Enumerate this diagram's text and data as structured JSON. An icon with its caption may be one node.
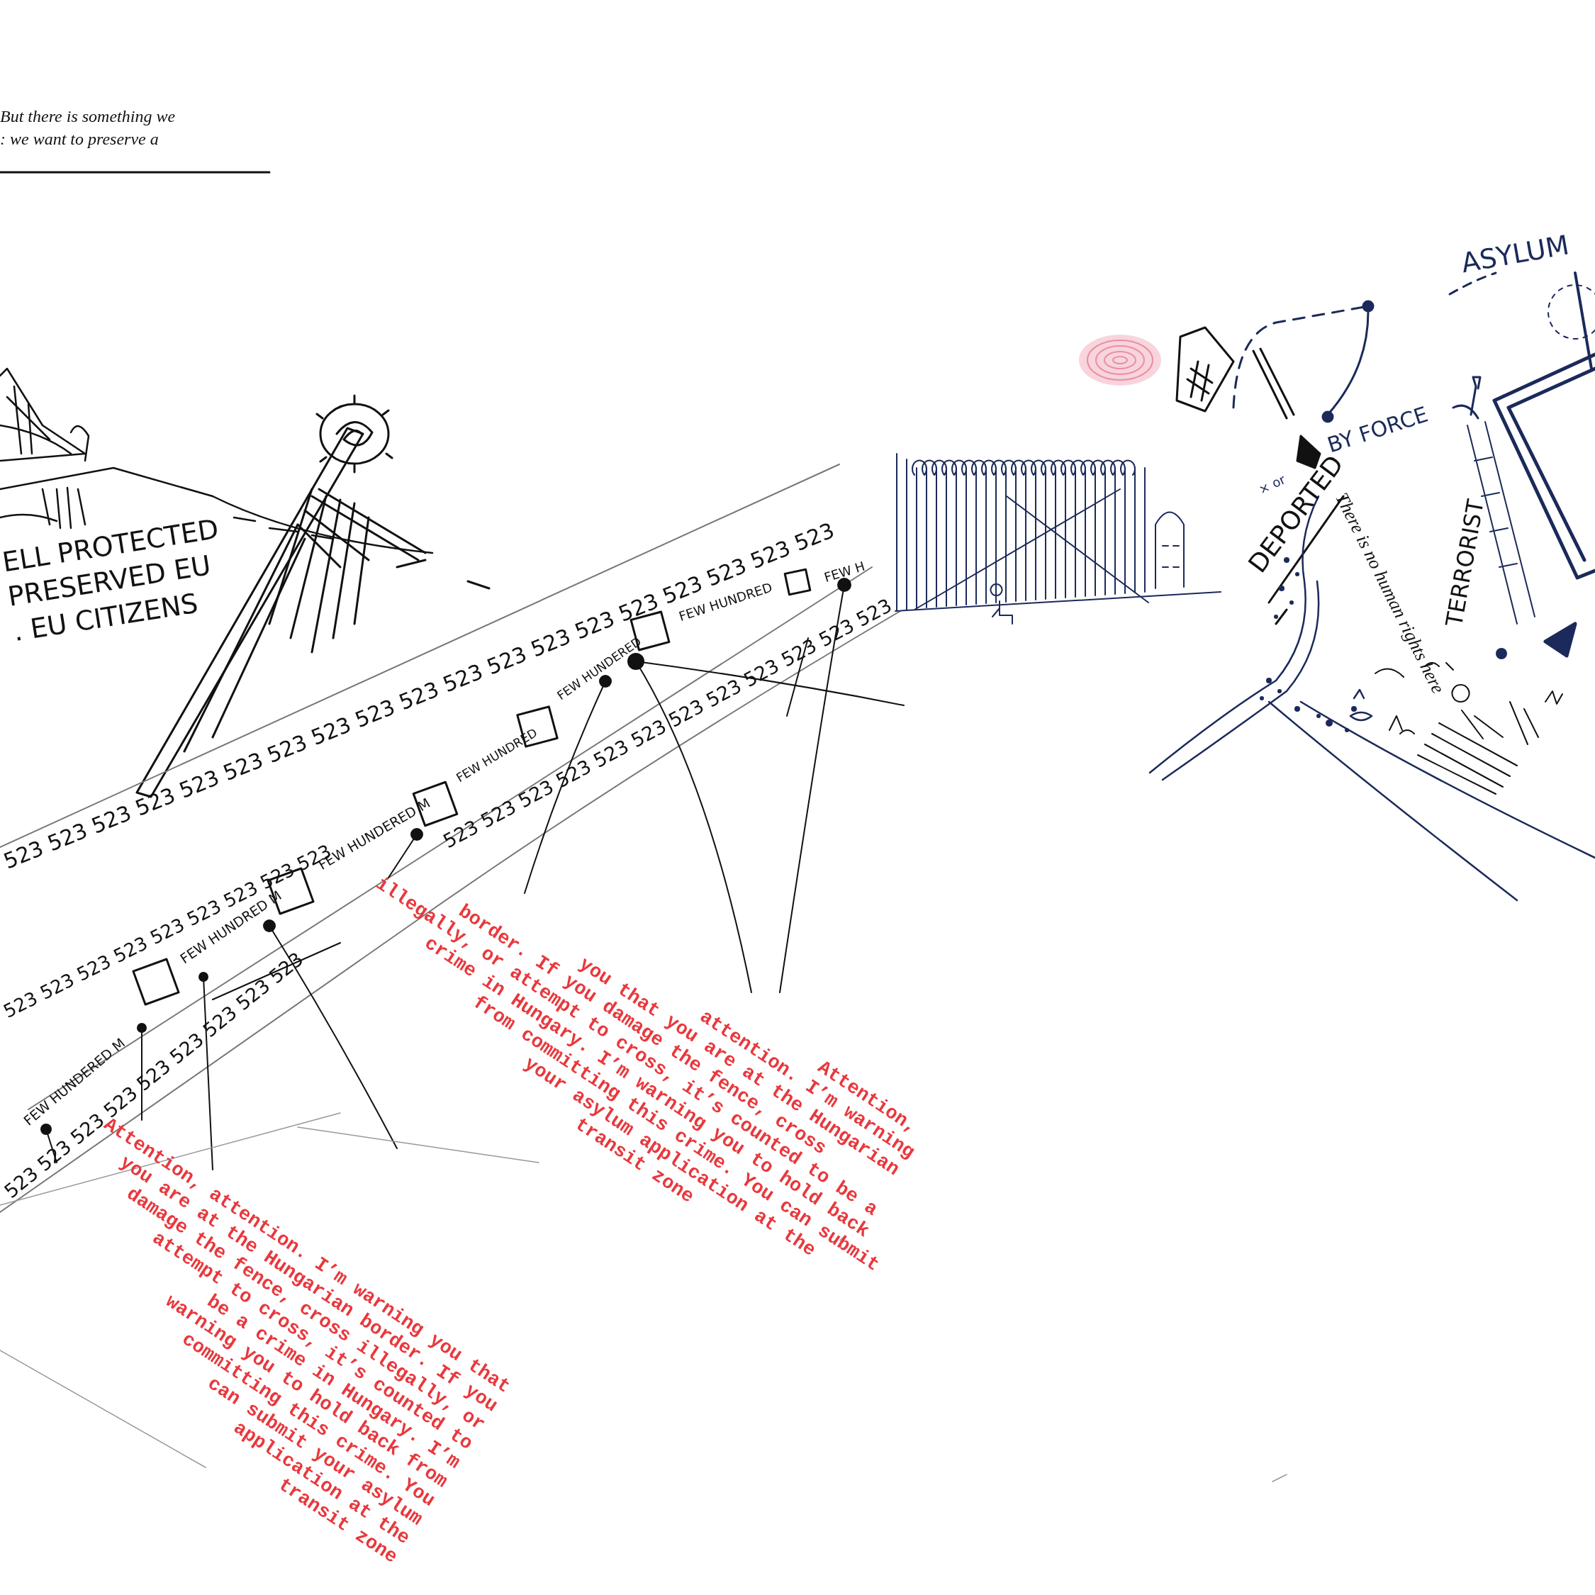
{
  "diagram": {
    "labels": [
      "But there is something we",
      ": we want to preserve a",
      "ASYLUM",
      "× or",
      "BY FORCE",
      "DEPORTED",
      "ELL PROTECTED PRESERVED EU . EU CITIZENS",
      "TERRORIST",
      "There is no human rights here",
      "523 523 523 523 523 523 523 523 523 523 523 523 523 523 523 523 523 523 523",
      "523 523 523 523 523 523 523 523 523",
      "523 523 523 523 523 523 523 523 523",
      "523 523 523 523 523 523 523 523 523 523 523 523",
      "FEW HUNDERED M",
      "FEW HUNDRED M",
      "FEW HUNDERED M",
      "FEW HUNDRED",
      "FEW HUNDERED",
      "FEW HUNDRED",
      "FEW H",
      "Attention, attention. I’m warning you that you are at the Hungarian border. If you damage the fence, cross illegally, or attempt to cross, it’s counted to be a crime in Hungary. I’m warning you to hold back from committing this crime. You can submit your asylum application at the transit zone",
      "Attention, attention. I’m warning you that you are at the Hungarian border. If you damage the fence, cross illegally, or attempt to cross, it’s counted to be a crime in Hungary. I’m warning you to hold back from committing this crime. You can submit your asylum application at the transit zone"
    ]
  }
}
